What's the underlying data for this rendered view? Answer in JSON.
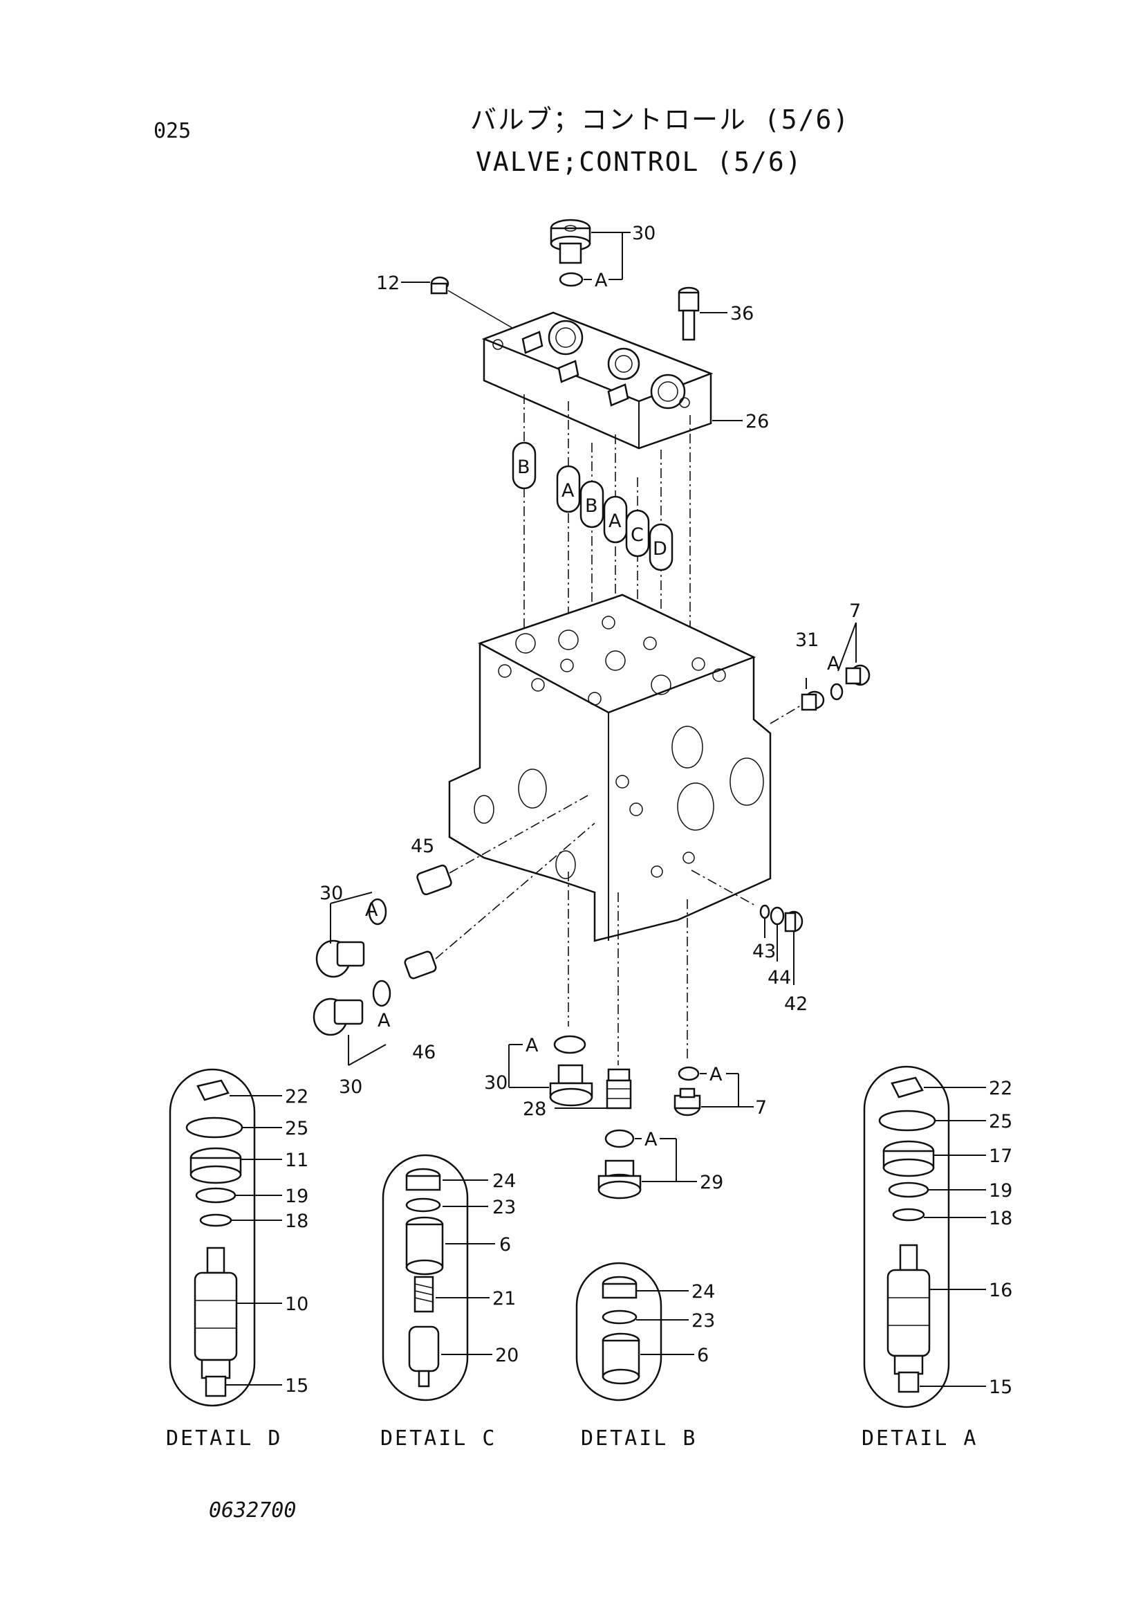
{
  "header": {
    "page_code": "025",
    "title_jp": "バルブ；コントロール (5/6)",
    "title_en": "VALVE;CONTROL (5/6)"
  },
  "footer": {
    "document_number": "0632700"
  },
  "refs": {
    "r12": "12",
    "r30a": "30",
    "r36": "36",
    "r26": "26",
    "r7a": "7",
    "r31": "31",
    "r45": "45",
    "r46": "46",
    "r30b": "30",
    "r30c": "30",
    "r43": "43",
    "r44": "44",
    "r42": "42",
    "r30d": "30",
    "r28": "28",
    "r7b": "7",
    "r29": "29"
  },
  "seal_labels": {
    "a": "A"
  },
  "connectors": [
    "B",
    "A",
    "B",
    "A",
    "C",
    "D"
  ],
  "details": [
    {
      "caption": "DETAIL  D",
      "parts": [
        "22",
        "25",
        "11",
        "19",
        "18",
        "10",
        "15"
      ]
    },
    {
      "caption": "DETAIL  C",
      "parts": [
        "24",
        "23",
        "6",
        "21",
        "20"
      ]
    },
    {
      "caption": "DETAIL  B",
      "parts": [
        "24",
        "23",
        "6"
      ]
    },
    {
      "caption": "DETAIL  A",
      "parts": [
        "22",
        "25",
        "17",
        "19",
        "18",
        "16",
        "15"
      ]
    }
  ]
}
